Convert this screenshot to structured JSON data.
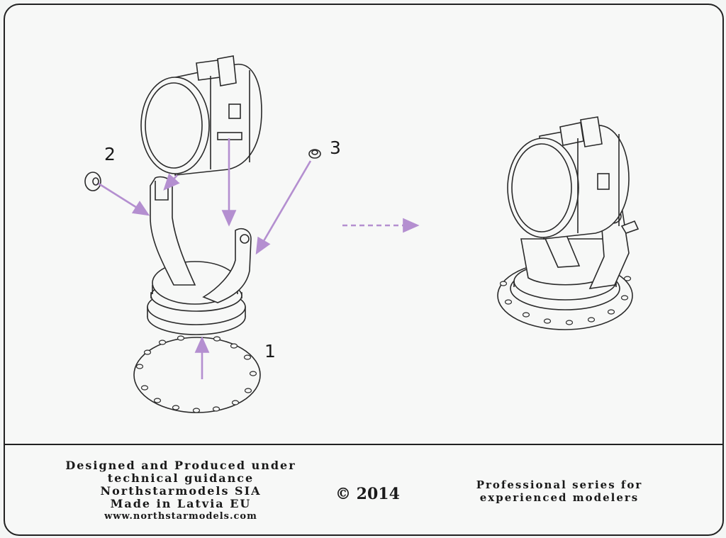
{
  "diagram": {
    "part_labels": [
      "1",
      "2",
      "3"
    ]
  },
  "footer": {
    "credits": [
      "Designed and Produced under",
      "technical guidance",
      "Northstarmodels SIA",
      "Made in Latvia EU",
      "www.northstarmodels.com"
    ],
    "copyright": "© 2014",
    "series": [
      "Professional series for",
      "experienced modelers"
    ]
  },
  "colors": {
    "arrow": "#b48fd0",
    "line": "#2a2a2a",
    "paper": "#f7f8f7"
  },
  "icons": [
    "searchlight-drawing",
    "assembly-arrow"
  ]
}
